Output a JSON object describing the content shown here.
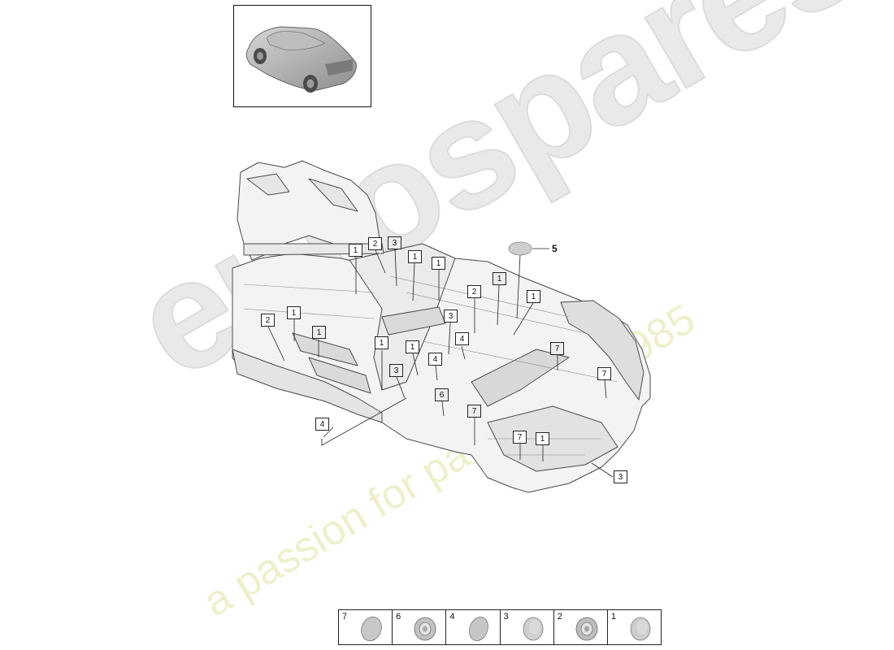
{
  "watermark": {
    "brand": "eurospares",
    "tagline": "a passion for parts since 1985"
  },
  "callouts": {
    "c01": "1",
    "c02": "2",
    "c03": "3",
    "c04": "1",
    "c05": "1",
    "c06": "2",
    "c07": "1",
    "c08": "1",
    "c09": "2",
    "c10": "1",
    "c11": "1",
    "c12": "3",
    "c13": "4",
    "c14": "1",
    "c15": "1",
    "c16": "4",
    "c17": "7",
    "c18": "7",
    "c19": "3",
    "c20": "6",
    "c21": "7",
    "c22": "4",
    "c23": "7",
    "c24": "1",
    "c25": "3",
    "c26": "5"
  },
  "legend": {
    "items": [
      {
        "number": "7",
        "icon": "flat-plug-icon"
      },
      {
        "number": "6",
        "icon": "ring-grommet-icon"
      },
      {
        "number": "4",
        "icon": "flat-plug-icon"
      },
      {
        "number": "3",
        "icon": "dome-plug-icon"
      },
      {
        "number": "2",
        "icon": "ring-grommet-icon"
      },
      {
        "number": "1",
        "icon": "dome-plug-icon"
      }
    ]
  },
  "colors": {
    "line": "#555555",
    "body_fill": "#f1f1f1",
    "watermark_brand": "#e9e9e9",
    "watermark_tagline": "#eeeec6"
  }
}
